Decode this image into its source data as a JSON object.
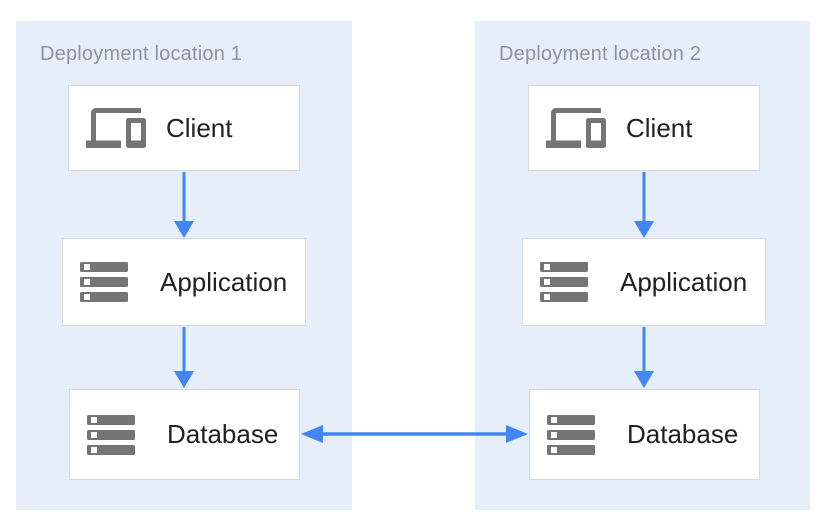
{
  "diagram": {
    "zones": [
      {
        "title": "Deployment location 1",
        "nodes": [
          {
            "label": "Client",
            "icon": "devices-icon"
          },
          {
            "label": "Application",
            "icon": "storage-icon"
          },
          {
            "label": "Database",
            "icon": "storage-icon"
          }
        ]
      },
      {
        "title": "Deployment location 2",
        "nodes": [
          {
            "label": "Client",
            "icon": "devices-icon"
          },
          {
            "label": "Application",
            "icon": "storage-icon"
          },
          {
            "label": "Database",
            "icon": "storage-icon"
          }
        ]
      }
    ],
    "connections": [
      {
        "zone": "Deployment location 1",
        "from": "Client",
        "to": "Application",
        "direction": "down"
      },
      {
        "zone": "Deployment location 1",
        "from": "Application",
        "to": "Database",
        "direction": "down"
      },
      {
        "zone": "Deployment location 2",
        "from": "Client",
        "to": "Application",
        "direction": "down"
      },
      {
        "zone": "Deployment location 2",
        "from": "Application",
        "to": "Database",
        "direction": "down"
      },
      {
        "from": "Database (Deployment location 1)",
        "to": "Database (Deployment location 2)",
        "direction": "bidirectional"
      }
    ],
    "colors": {
      "zone_bg": "#e6eefa",
      "box_bg": "#ffffff",
      "box_border": "#d7d9dc",
      "arrow": "#4285f4",
      "icon": "#757575",
      "title_text": "#8d939c",
      "label_text": "#202124",
      "canvas_bg": "#ffffff"
    }
  }
}
